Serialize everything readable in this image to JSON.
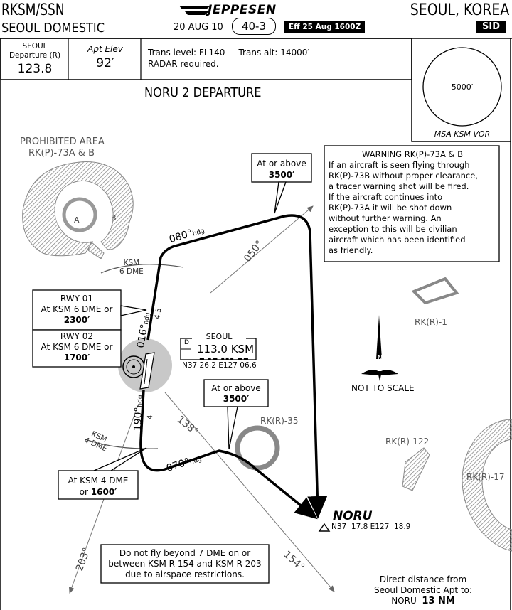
{
  "header": {
    "airport_id": "RKSM/SSN",
    "airport_name": "SEOUL DOMESTIC",
    "city": "SEOUL, KOREA",
    "chart_type": "SID",
    "publisher": "JEPPESEN",
    "chart_date": "20 AUG 10",
    "chart_number": "40-3",
    "effective": "Eff 25 Aug 1600Z"
  },
  "info_bar": {
    "departure_label_1": "SEOUL",
    "departure_label_2": "Departure (R)",
    "departure_freq": "123.8",
    "apt_elev_label": "Apt Elev",
    "apt_elev_value": "92′",
    "trans_line": "Trans level: FL140     Trans alt: 14000′",
    "radar": "RADAR required."
  },
  "msa": {
    "altitude": "5000′",
    "label": "MSA KSM VOR"
  },
  "procedure_title": "NORU 2 DEPARTURE",
  "prohibited_area": {
    "title": "PROHIBITED AREA",
    "name": "RK(P)-73A & B",
    "label_a": "A",
    "label_b": "B"
  },
  "warning_box": {
    "title": "WARNING RK(P)-73A & B",
    "lines": [
      "If an aircraft is seen flying through",
      "RK(P)-73B without proper clearance,",
      "a tracer warning shot will be fired.",
      "If the aircraft continues into",
      "RK(P)-73A it will be shot down",
      "without further warning. An",
      "exception to this will be civilian",
      "aircraft which has been identified",
      "as friendly."
    ]
  },
  "restricted_areas": {
    "r1": "RK(R)-1",
    "r35": "RK(R)-35",
    "r122": "RK(R)-122",
    "r17": "RK(R)-17"
  },
  "vor": {
    "name": "SEOUL",
    "freq_ident": "113.0 KSM",
    "morse": "▬ ▪▬ ▪▪▪ ▬▬",
    "coords": "N37 26.2 E127 06.6",
    "d_symbol": "D"
  },
  "fixes": {
    "noru_name": "NORU",
    "noru_coords": "N37  17.8 E127  18.9"
  },
  "route_labels": {
    "hdg_016": "016°",
    "hdg_016_small": "hdg",
    "hdg_080": "080°",
    "hdg_080_small": "hdg",
    "hdg_070": "070°",
    "hdg_070_small": "hdg",
    "hdg_190": "190°",
    "hdg_190_small": "hdg",
    "radial_050": "050°",
    "radial_138": "138°",
    "radial_154": "154°",
    "radial_203": "203°",
    "dist_45": "4.5",
    "dist_4": "4",
    "ksm_6dme_1": "KSM",
    "ksm_6dme_2": "6 DME",
    "ksm_4dme_1": "KSM",
    "ksm_4dme_2": "4 DME"
  },
  "callouts": {
    "alt_3500_top_1": "At or above",
    "alt_3500_top_2": "3500′",
    "alt_3500_mid_1": "At or above",
    "alt_3500_mid_2": "3500′",
    "rwy01_1": "RWY 01",
    "rwy01_2": "At KSM 6 DME or",
    "rwy01_3": "2300′",
    "rwy02_1": "RWY 02",
    "rwy02_2": "At KSM 6 DME or",
    "rwy02_3": "1700′",
    "dme4_1": "At KSM 4 DME",
    "dme4_2a": "or ",
    "dme4_2b": "1600′"
  },
  "notice_box": {
    "line1": "Do not fly beyond 7 DME on or",
    "line2": "between KSM R-154 and KSM R-203",
    "line3": "due to airspace restrictions."
  },
  "not_to_scale": "NOT TO SCALE",
  "compass_n": "N",
  "direct_distance": {
    "line1": "Direct distance from",
    "line2": "Seoul Domestic Apt to:",
    "fix": "NORU",
    "value": "13 NM"
  }
}
